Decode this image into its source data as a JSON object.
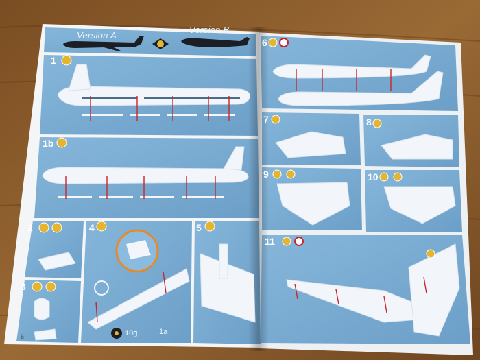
{
  "header": {
    "version_a": "Version A",
    "version_b": "Version B"
  },
  "steps": {
    "s1": "1",
    "s1b": "1b",
    "s2": "2",
    "s3": "3",
    "s4": "4",
    "s5": "5",
    "s6": "6",
    "s7": "7",
    "s8": "8",
    "s9": "9",
    "s10": "10",
    "s11": "11"
  },
  "labels": {
    "weight": "10g",
    "sub_1a": "1a",
    "page_number": "6"
  },
  "colors": {
    "wood": "#8a5a2b",
    "paper": "#f4f6f8",
    "panel_blue": "#7fb0d6",
    "panel_dark": "#5e93bd",
    "aircraft_white": "#f2f6fa",
    "aircraft_black": "#1b1f25",
    "marker_red": "#c8262c",
    "circle_yellow": "#e5b52f"
  },
  "icons": [
    "paint-pot-icon",
    "glue-icon",
    "clock-icon",
    "weight-icon"
  ]
}
